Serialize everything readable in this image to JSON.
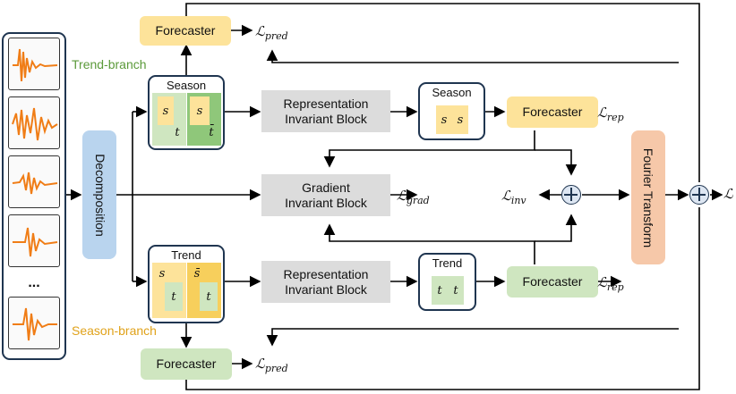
{
  "labels": {
    "trend_branch": "Trend-branch",
    "season_branch": "Season-branch",
    "decomposition": "Decomposition",
    "fourier": "Fourier Transform",
    "forecaster": "Forecaster",
    "season": "Season",
    "trend": "Trend",
    "rib_line1": "Representation",
    "rib_line2": "Invariant Block",
    "gib_line1": "Gradient",
    "gib_line2": "Invariant Block",
    "dots": "..."
  },
  "symbols": {
    "s": "s",
    "t": "t",
    "s_bar": "s̄",
    "t_bar": "t̄"
  },
  "losses": {
    "L": "ℒ",
    "pred": "pred",
    "rep": "rep",
    "grad": "grad",
    "inv": "inv"
  },
  "colors": {
    "forecaster_yellow": "#fde39a",
    "forecaster_green": "#cfe6c0",
    "block_gray": "#dcdcdc",
    "decomposition_blue": "#b9d4ee",
    "fourier_orange": "#f6c8a9",
    "waveform_orange": "#f07d16",
    "trend_branch_text": "#5b9a3a",
    "season_branch_text": "#e0a21a",
    "frame": "#1f3550"
  }
}
